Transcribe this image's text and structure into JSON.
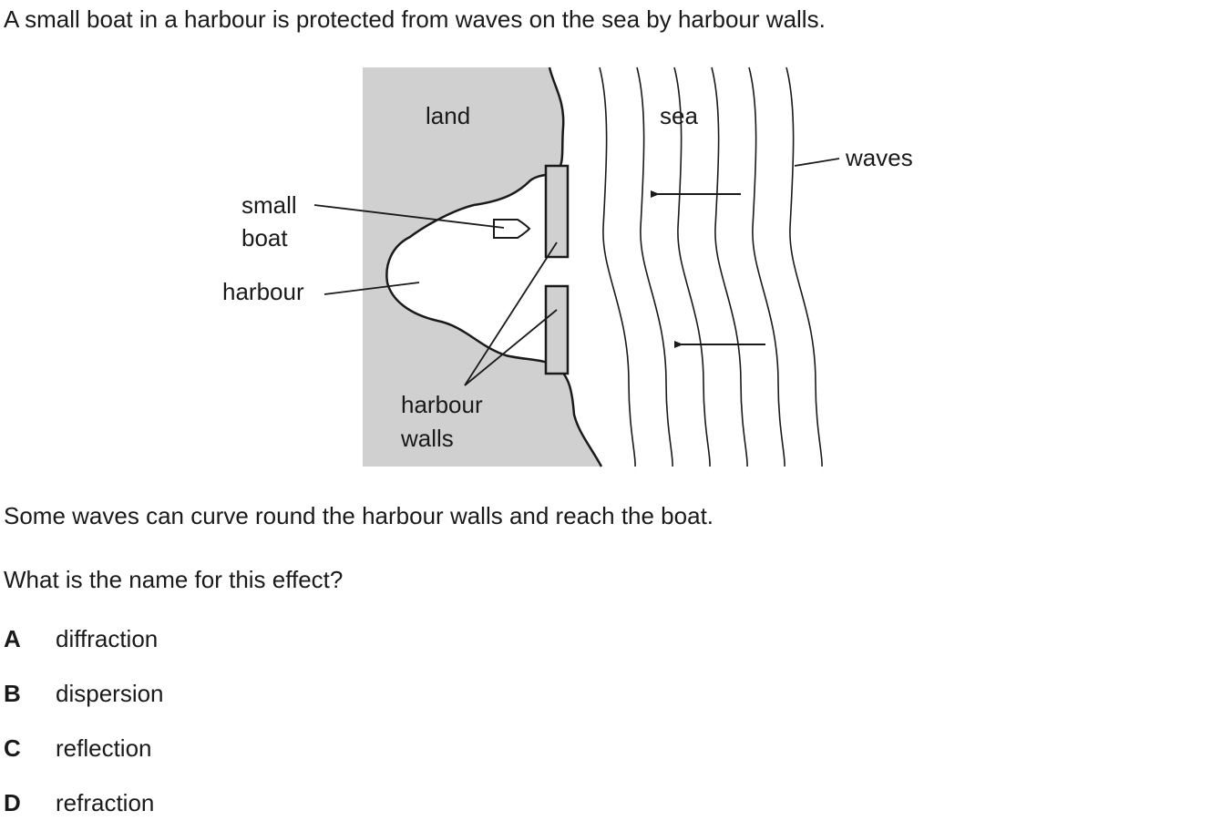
{
  "question": {
    "stem_1": "A small boat in a harbour is protected from waves on the sea by harbour walls.",
    "stem_2": "Some waves can curve round the harbour walls and reach the boat.",
    "stem_3": "What is the name for this effect?"
  },
  "diagram": {
    "label_land": "land",
    "label_sea": "sea",
    "label_waves": "waves",
    "label_small_boat_1": "small",
    "label_small_boat_2": "boat",
    "label_harbour": "harbour",
    "label_harbour_walls_1": "harbour",
    "label_harbour_walls_2": "walls",
    "colors": {
      "land_fill": "#d0d0d0",
      "line": "#1a1a1a"
    }
  },
  "options": [
    {
      "letter": "A",
      "text": "diffraction"
    },
    {
      "letter": "B",
      "text": "dispersion"
    },
    {
      "letter": "C",
      "text": "reflection"
    },
    {
      "letter": "D",
      "text": "refraction"
    }
  ]
}
